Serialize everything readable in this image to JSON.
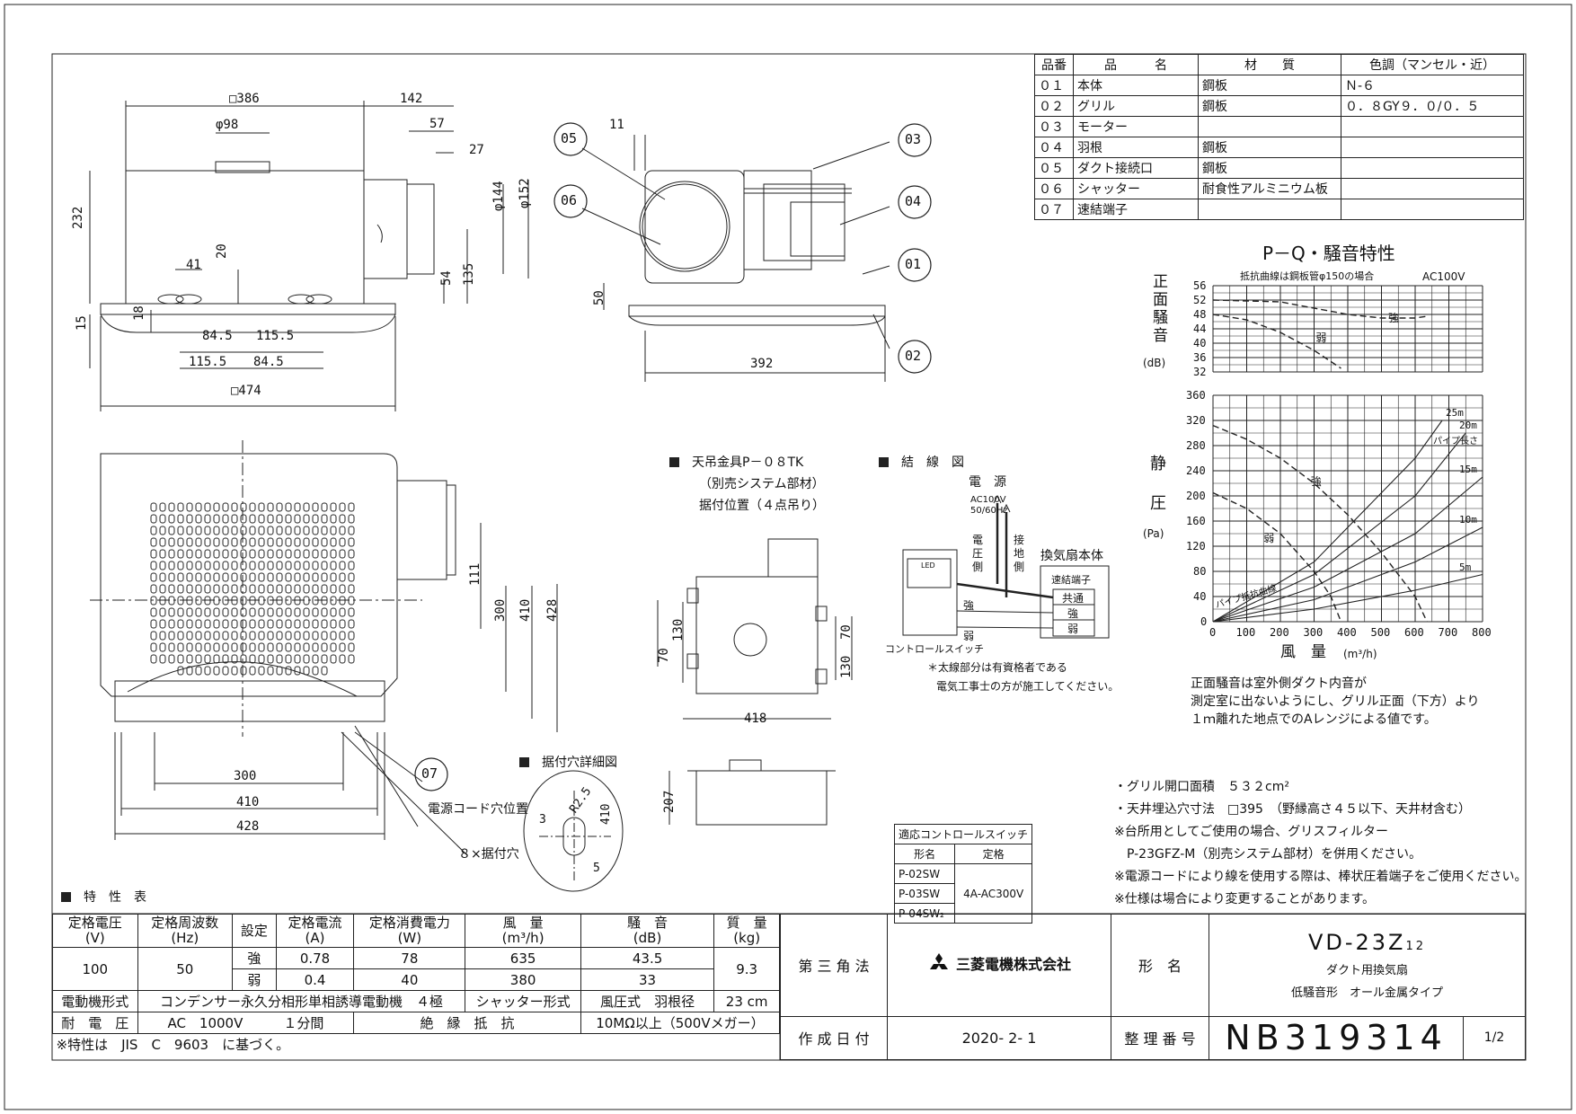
{
  "parts_table": {
    "headers": [
      "品番",
      "品　　　名",
      "材　　質",
      "色調（マンセル・近）"
    ],
    "rows": [
      [
        "０１",
        "本体",
        "鋼板",
        "Ｎ-６"
      ],
      [
        "０２",
        "グリル",
        "鋼板",
        "０．８GY９．０/０．５"
      ],
      [
        "０３",
        "モーター",
        "",
        ""
      ],
      [
        "０４",
        "羽根",
        "鋼板",
        ""
      ],
      [
        "０５",
        "ダクト接続口",
        "鋼板",
        ""
      ],
      [
        "０６",
        "シャッター",
        "耐食性アルミニウム板",
        ""
      ],
      [
        "０７",
        "速結端子",
        "",
        ""
      ]
    ]
  },
  "pq_chart": {
    "title": "P－Q・騒音特性",
    "resistance_note": "抵抗曲線は鋼板管φ150の場合",
    "power": "AC100V",
    "noise_label_chars": [
      "正",
      "面",
      "騒",
      "音"
    ],
    "noise_unit": "(dB)",
    "pressure_label_chars": [
      "静",
      "圧"
    ],
    "pressure_unit": "(Pa)",
    "xlabel": "風　量",
    "xunit": "(m³/h)",
    "pipe_length_label": "パイプ長さ",
    "pipe_curve_label": "パイプ抵抗曲線",
    "strong_label": "強",
    "weak_label": "弱",
    "measure_note": [
      "正面騒音は室外側ダクト内音が",
      "測定室に出ないようにし、グリル正面（下方）より",
      "１ｍ離れた地点でのAレンジによる値です。"
    ]
  },
  "chart_data": {
    "type": "line",
    "x_ticks": [
      "0",
      "100",
      "200",
      "300",
      "400",
      "500",
      "600",
      "700",
      "800"
    ],
    "noise_ticks": [
      "56",
      "52",
      "48",
      "44",
      "40",
      "36",
      "32"
    ],
    "pressure_ticks": [
      "360",
      "320",
      "280",
      "240",
      "200",
      "160",
      "120",
      "80",
      "40",
      "0"
    ],
    "xlim": [
      0,
      800
    ],
    "noise_ylim": [
      32,
      56
    ],
    "pressure_ylim": [
      0,
      360
    ],
    "pressure_series": [
      {
        "name": "強",
        "x": [
          0,
          100,
          200,
          300,
          400,
          500,
          600,
          635
        ],
        "y": [
          312,
          290,
          260,
          220,
          170,
          110,
          40,
          0
        ]
      },
      {
        "name": "弱",
        "x": [
          0,
          100,
          200,
          300,
          350,
          380
        ],
        "y": [
          205,
          180,
          140,
          80,
          40,
          0
        ]
      }
    ],
    "noise_series": [
      {
        "name": "強",
        "x": [
          0,
          200,
          400,
          500,
          600,
          635
        ],
        "y": [
          52,
          51.5,
          48,
          47,
          47,
          47.5
        ]
      },
      {
        "name": "弱",
        "x": [
          0,
          100,
          200,
          300,
          380
        ],
        "y": [
          48,
          46.5,
          43,
          38,
          33
        ]
      }
    ],
    "pipe_curves": [
      {
        "name": "5m",
        "x": [
          0,
          300,
          600,
          800
        ],
        "y": [
          0,
          20,
          50,
          75
        ]
      },
      {
        "name": "10m",
        "x": [
          0,
          300,
          600,
          800
        ],
        "y": [
          0,
          35,
          95,
          150
        ]
      },
      {
        "name": "15m",
        "x": [
          0,
          300,
          600,
          800
        ],
        "y": [
          0,
          55,
          140,
          230
        ]
      },
      {
        "name": "20m",
        "x": [
          0,
          300,
          600,
          750
        ],
        "y": [
          0,
          75,
          200,
          300
        ]
      },
      {
        "name": "25m",
        "x": [
          0,
          300,
          600,
          680
        ],
        "y": [
          0,
          95,
          260,
          320
        ]
      }
    ]
  },
  "dims": {
    "top": [
      "□386",
      "142",
      "φ98",
      "57",
      "27",
      "232",
      "φ144",
      "φ152",
      "41",
      "20",
      "54",
      "135",
      "18",
      "15",
      "84.5",
      "115.5",
      "115.5",
      "84.5",
      "□474"
    ],
    "side": [
      "11",
      "50",
      "392"
    ],
    "bottom": [
      "111",
      "300",
      "410",
      "428",
      "300",
      "410",
      "428"
    ],
    "hanger": [
      "70",
      "130",
      "130",
      "70",
      "418",
      "207"
    ],
    "hole": [
      "R2.5",
      "410",
      "3",
      "5"
    ]
  },
  "balloons": [
    "05",
    "06",
    "03",
    "04",
    "01",
    "02",
    "07"
  ],
  "hanger": {
    "title": "天吊金具P－０８TK",
    "sub1": "（別売システム部材）",
    "sub2": "据付位置（４点吊り）"
  },
  "wiring": {
    "title": "結　線　図",
    "power_label": "電　源",
    "voltage": "AC100V",
    "freq": "50/60Hz",
    "v_labels": [
      "電",
      "圧",
      "側"
    ],
    "g_labels": [
      "接",
      "地",
      "側"
    ],
    "fan_body": "換気扇本体",
    "terminal": "速結端子",
    "common": "共通",
    "strong": "強",
    "weak": "弱",
    "led": "LED",
    "switch_label": "コントロールスイッチ",
    "note1": "＊太線部分は有資格者である",
    "note2": "電気工事士の方が施工してください。"
  },
  "hole_detail_title": "据付穴詳細図",
  "cord_hole_label": "電源コード穴位置",
  "mount_hole_label": "８×据付穴",
  "switch_table": {
    "title": "適応コントロールスイッチ",
    "col1": "形名",
    "col2": "定格",
    "models": [
      "P-02SW",
      "P-03SW",
      "P-04SW₂"
    ],
    "rating": "4A-AC300V"
  },
  "notes": [
    "・グリル開口面積　５３２cm²",
    "・天井埋込穴寸法　□395　（野縁高さ４５以下、天井材含む）",
    "※台所用としてご使用の場合、グリスフィルター",
    "　P-23GFZ-M（別売システム部材）を併用ください。",
    "※電源コードにより線を使用する際は、棒状圧着端子をご使用ください。",
    "※仕様は場合により変更することがあります。"
  ],
  "spec": {
    "title": "特　性　表",
    "headers": [
      [
        "定格電圧",
        "(V)"
      ],
      [
        "定格周波数",
        "(Hz)"
      ],
      [
        "設定",
        ""
      ],
      [
        "定格電流",
        "(A)"
      ],
      [
        "定格消費電力",
        "(W)"
      ],
      [
        "風　量",
        "(m³/h)"
      ],
      [
        "騒　音",
        "(dB)"
      ],
      [
        "質　量",
        "(kg)"
      ]
    ],
    "voltage": "100",
    "frequency": "50",
    "mass": "9.3",
    "rows": [
      {
        "setting": "強",
        "current": "0.78",
        "power": "78",
        "air": "635",
        "noise": "43.5"
      },
      {
        "setting": "弱",
        "current": "0.4",
        "power": "40",
        "air": "380",
        "noise": "33"
      }
    ],
    "motor_label": "電動機形式",
    "motor_value": "コンデンサー永久分相形単相誘導電動機　４極",
    "shutter_label": "シャッター形式",
    "shutter_value": "風圧式",
    "blade_label": "羽根径",
    "blade_value": "23",
    "blade_unit": "cm",
    "withstand_label": "耐　電　圧",
    "withstand_value": "AC　1000V",
    "withstand_time": "１分間",
    "insulation_label": "絶　縁　抵　抗",
    "insulation_value": "10MΩ以上（500Vメガー）",
    "footnote": "※特性は　JIS　C　9603　に基づく。"
  },
  "title_block": {
    "projection": "第 三 角 法",
    "company": "三菱電機株式会社",
    "model_label": "形　名",
    "model": "VD-23Z",
    "model_suffix": "12",
    "desc1": "ダクト用換気扇",
    "desc2": "低騒音形　オール金属タイプ",
    "date_label": "作 成 日 付",
    "date": "2020- 2- 1",
    "number_label": "整 理 番 号",
    "number": "NB319314",
    "page": "1/2"
  }
}
